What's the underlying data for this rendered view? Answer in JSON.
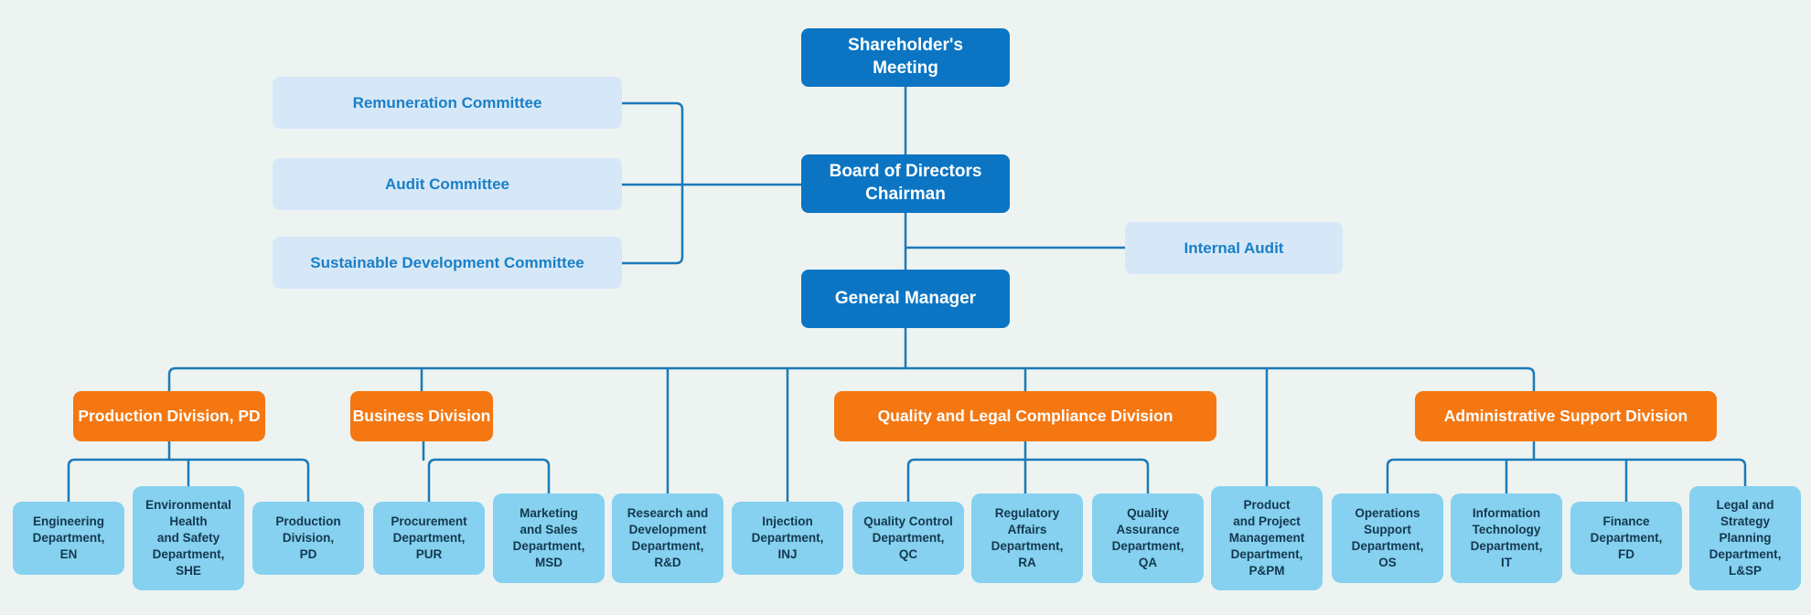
{
  "diagram": {
    "type": "org-chart",
    "colors": {
      "background": "#EDF3F1",
      "executive_box": "#0B75C3",
      "committee_box_fill": "#D6E8F8",
      "committee_text": "#1A7FC6",
      "division_box": "#F57711",
      "department_box_fill": "#85D1EF",
      "department_text": "#14384F",
      "connector_line": "#1A7AB8"
    },
    "nodes": {
      "shareholders_meeting": "Shareholder's\nMeeting",
      "board_chairman": "Board of Directors\nChairman",
      "general_manager": "General Manager",
      "internal_audit": "Internal Audit"
    },
    "committees": [
      {
        "label": "Remuneration Committee",
        "reports_to": "Board of Directors Chairman"
      },
      {
        "label": "Audit Committee",
        "reports_to": "Board of Directors Chairman"
      },
      {
        "label": "Sustainable Development Committee",
        "reports_to": "Board of Directors Chairman"
      }
    ],
    "divisions": [
      {
        "label": "Production Division, PD",
        "reports_to": "General Manager"
      },
      {
        "label": "Business Division",
        "reports_to": "General Manager"
      },
      {
        "label": "Quality and Legal Compliance Division",
        "reports_to": "General Manager"
      },
      {
        "label": "Administrative Support Division",
        "reports_to": "General Manager"
      }
    ],
    "departments": [
      {
        "label": "Engineering\nDepartment,\nEN",
        "parent": "Production Division, PD"
      },
      {
        "label": "Environmental\nHealth\nand Safety\nDepartment,\nSHE",
        "parent": "Production Division, PD"
      },
      {
        "label": "Production\nDivision,\nPD",
        "parent": "Production Division, PD"
      },
      {
        "label": "Procurement\nDepartment,\nPUR",
        "parent": "Business Division"
      },
      {
        "label": "Marketing\nand Sales\nDepartment,\nMSD",
        "parent": "Business Division"
      },
      {
        "label": "Research and\nDevelopment\nDepartment,\nR&D",
        "parent": "General Manager"
      },
      {
        "label": "Injection\nDepartment,\nINJ",
        "parent": "General Manager"
      },
      {
        "label": "Quality Control\nDepartment,\nQC",
        "parent": "Quality and Legal Compliance Division"
      },
      {
        "label": "Regulatory\nAffairs\nDepartment,\nRA",
        "parent": "Quality and Legal Compliance Division"
      },
      {
        "label": "Quality\nAssurance\nDepartment,\nQA",
        "parent": "Quality and Legal Compliance Division"
      },
      {
        "label": "Product\nand Project\nManagement\nDepartment,\nP&PM",
        "parent": "General Manager"
      },
      {
        "label": "Operations\nSupport\nDepartment,\nOS",
        "parent": "Administrative Support Division"
      },
      {
        "label": "Information\nTechnology\nDepartment,\nIT",
        "parent": "Administrative Support Division"
      },
      {
        "label": "Finance\nDepartment,\nFD",
        "parent": "Administrative Support Division"
      },
      {
        "label": "Legal and\nStrategy\nPlanning\nDepartment,\nL&SP",
        "parent": "Administrative Support Division"
      }
    ]
  }
}
